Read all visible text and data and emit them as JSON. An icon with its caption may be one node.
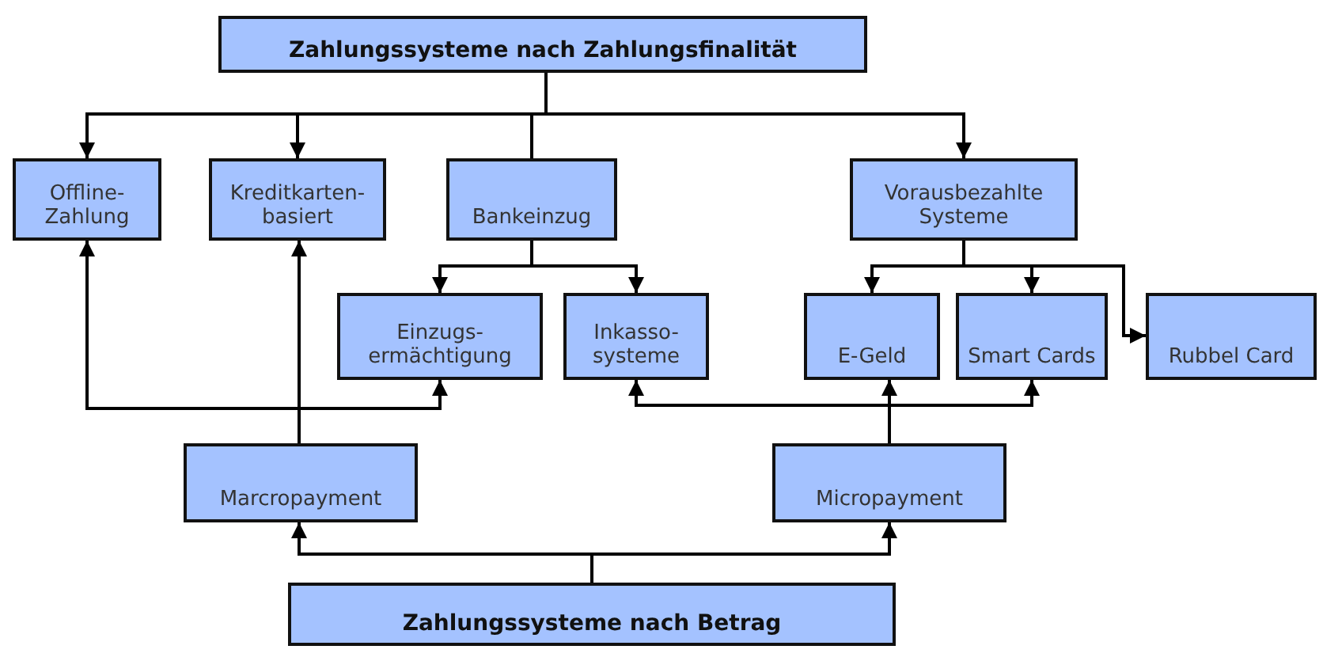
{
  "diagram": {
    "nodes": [
      {
        "text": [
          "Zahlungssysteme nach Zahlungsfinalität"
        ]
      },
      {
        "text": [
          "Offline-Zahlung"
        ]
      },
      {
        "text": [
          "Kreditkarten-basiert"
        ]
      },
      {
        "text": [
          "Bankeinzug"
        ]
      },
      {
        "text": [
          "Vorausbezahlte Systeme"
        ]
      },
      {
        "text": [
          "Einzugs-ermächtigung"
        ]
      },
      {
        "text": [
          "Inkasso-systeme"
        ]
      },
      {
        "text": [
          "E-Geld"
        ]
      },
      {
        "text": [
          "Smart Cards"
        ]
      },
      {
        "text": [
          "Rubbel Card"
        ]
      },
      {
        "text": [
          "Marcropayment"
        ]
      },
      {
        "text": [
          "Micropayment"
        ]
      },
      {
        "text": [
          "Zahlungssysteme nach Betrag"
        ]
      }
    ],
    "edges": [
      {
        "from": 0,
        "to": 1,
        "arrow": "to"
      },
      {
        "from": 0,
        "to": 2,
        "arrow": "to"
      },
      {
        "from": 0,
        "to": 3,
        "arrow": "none"
      },
      {
        "from": 0,
        "to": 4,
        "arrow": "to"
      },
      {
        "from": 3,
        "to": 5,
        "arrow": "to"
      },
      {
        "from": 3,
        "to": 6,
        "arrow": "to"
      },
      {
        "from": 4,
        "to": 7,
        "arrow": "to"
      },
      {
        "from": 4,
        "to": 8,
        "arrow": "to"
      },
      {
        "from": 4,
        "to": 9,
        "arrow": "to"
      },
      {
        "from": 10,
        "to": 1,
        "arrow": "to"
      },
      {
        "from": 10,
        "to": 2,
        "arrow": "to"
      },
      {
        "from": 10,
        "to": 5,
        "arrow": "to"
      },
      {
        "from": 11,
        "to": 6,
        "arrow": "to"
      },
      {
        "from": 11,
        "to": 7,
        "arrow": "to"
      },
      {
        "from": 11,
        "to": 8,
        "arrow": "to"
      },
      {
        "from": 12,
        "to": 10,
        "arrow": "to"
      },
      {
        "from": 12,
        "to": 11,
        "arrow": "to"
      }
    ]
  }
}
